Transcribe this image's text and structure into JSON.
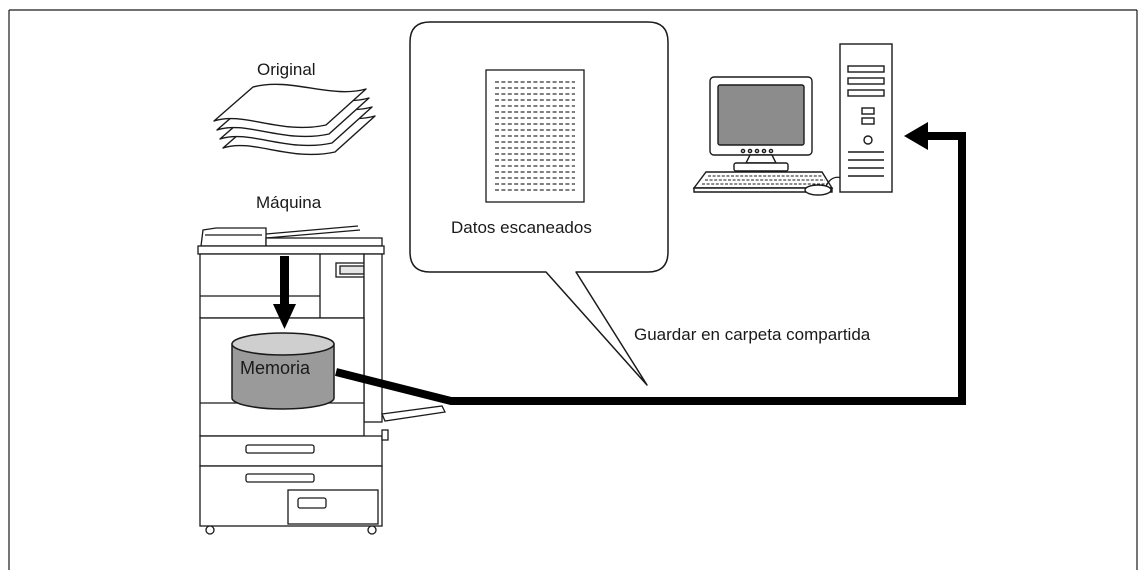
{
  "labels": {
    "original": "Original",
    "machine": "Máquina",
    "scanned_data": "Datos escaneados",
    "save_action": "Guardar en carpeta compartida",
    "memory": "Memoria"
  },
  "colors": {
    "stroke": "#1a1a1a",
    "memory_fill": "#9a9a9a",
    "memory_top": "#cfcfcf",
    "monitor_screen": "#8c8c8c",
    "connector": "#000000"
  },
  "icons": {
    "paper_stack": "paper-stack-icon",
    "copier": "multifunction-printer-icon",
    "document": "document-icon",
    "computer": "desktop-computer-icon",
    "memory": "memory-cylinder-icon"
  }
}
